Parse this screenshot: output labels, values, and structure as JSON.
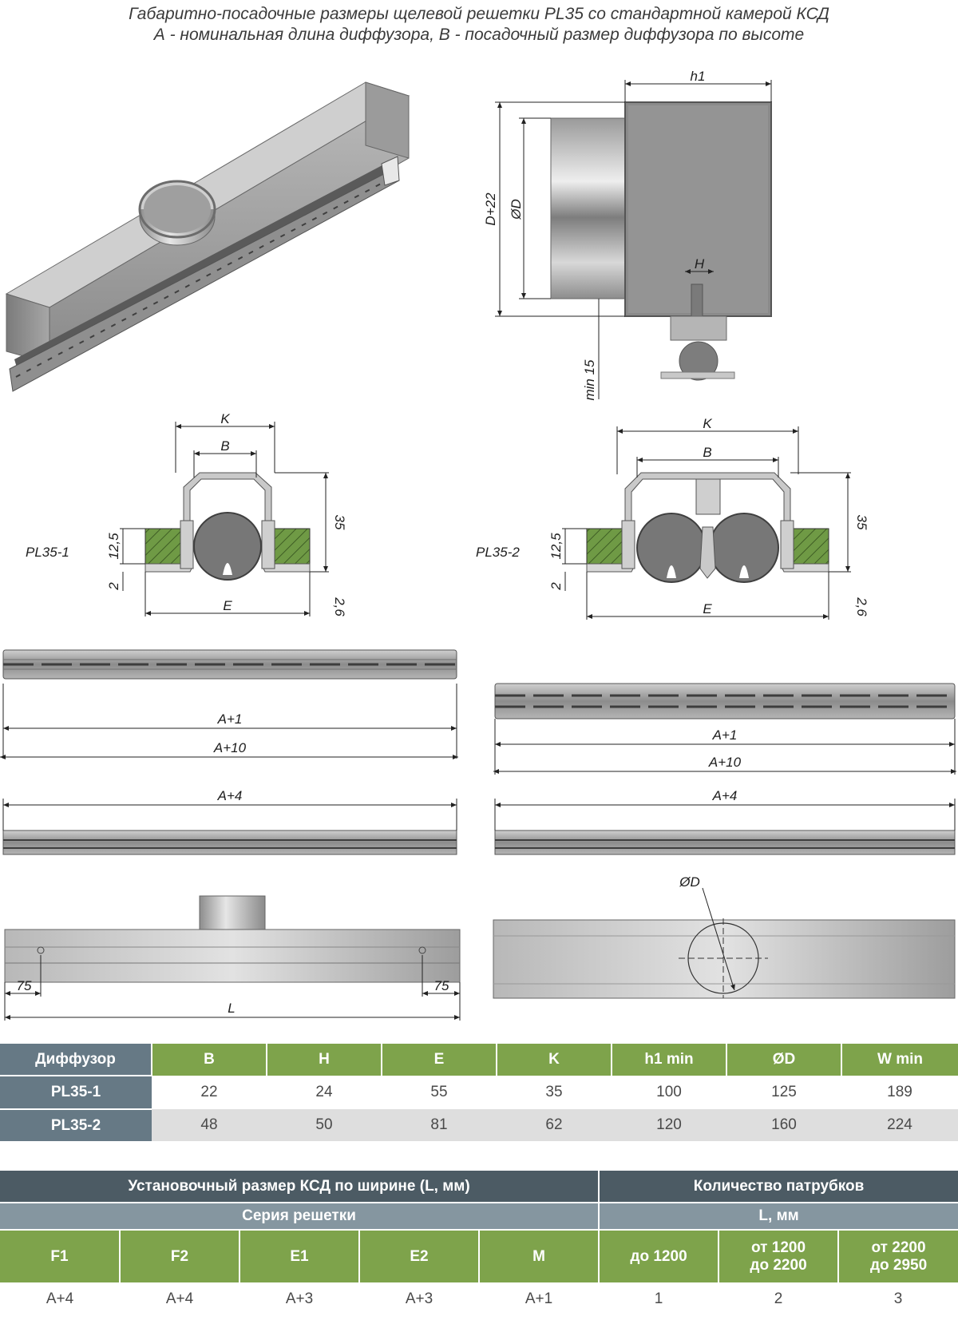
{
  "title": {
    "line1": "Габаритно-посадочные размеры щелевой решетки PL35 со стандартной камерой КСД",
    "line2": "А - номинальная длина диффузора, B - посадочный размер диффузора по высоте"
  },
  "dims": {
    "h1": "h1",
    "d22": "D+22",
    "od": "ØD",
    "h": "H",
    "min15": "min 15",
    "k": "K",
    "b": "B",
    "e": "E",
    "d35": "35",
    "d125": "12,5",
    "d2": "2",
    "d26": "2,6",
    "a1": "A+1",
    "a10": "A+10",
    "a4": "A+4",
    "d75": "75",
    "l": "L"
  },
  "labels": {
    "pl351": "PL35-1",
    "pl352": "PL35-2"
  },
  "table1": {
    "headers": [
      "Диффузор",
      "B",
      "H",
      "E",
      "K",
      "h1 min",
      "ØD",
      "W min"
    ],
    "rows": [
      [
        "PL35-1",
        "22",
        "24",
        "55",
        "35",
        "100",
        "125",
        "189"
      ],
      [
        "PL35-2",
        "48",
        "50",
        "81",
        "62",
        "120",
        "160",
        "224"
      ]
    ]
  },
  "table2": {
    "top_left": "Установочный размер КСД по ширине (L, мм)",
    "top_right": "Количество патрубков",
    "mid_left": "Серия решетки",
    "mid_right": "L, мм",
    "headers": [
      "F1",
      "F2",
      "E1",
      "E2",
      "M",
      "до 1200",
      "от 1200\nдо 2200",
      "от 2200\nдо 2950"
    ],
    "values": [
      "A+4",
      "A+4",
      "A+3",
      "A+3",
      "A+1",
      "1",
      "2",
      "3"
    ]
  },
  "colors": {
    "green": "#7ea34b",
    "slate": "#667985",
    "dark": "#4c5b64",
    "light": "#8596a0"
  }
}
